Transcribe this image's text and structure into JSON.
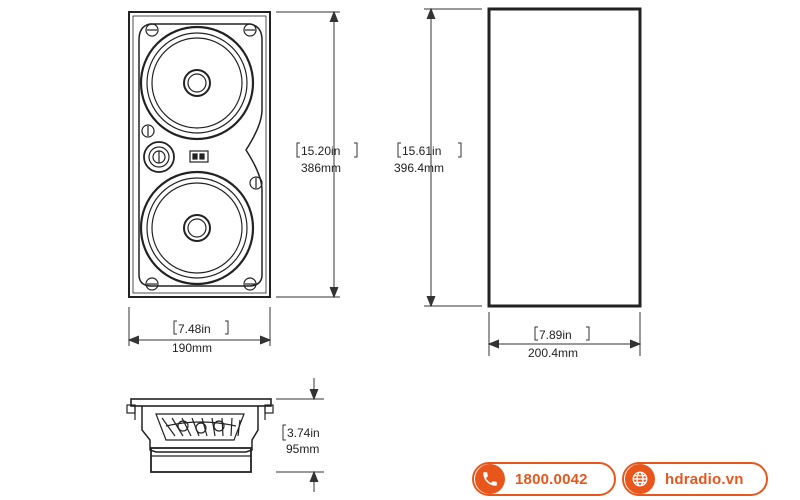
{
  "front_view": {
    "height_in": "15.20in",
    "height_mm": "386mm",
    "width_in": "7.48in",
    "width_mm": "190mm"
  },
  "cutout": {
    "height_in": "15.61in",
    "height_mm": "396.4mm",
    "width_in": "7.89in",
    "width_mm": "200.4mm"
  },
  "side_view": {
    "depth_in": "3.74in",
    "depth_mm": "95mm"
  },
  "contacts": {
    "phone": "1800.0042",
    "website": "hdradio.vn",
    "phone_icon": "phone-icon",
    "web_icon": "globe-icon",
    "accent_color": "#e8561c"
  }
}
